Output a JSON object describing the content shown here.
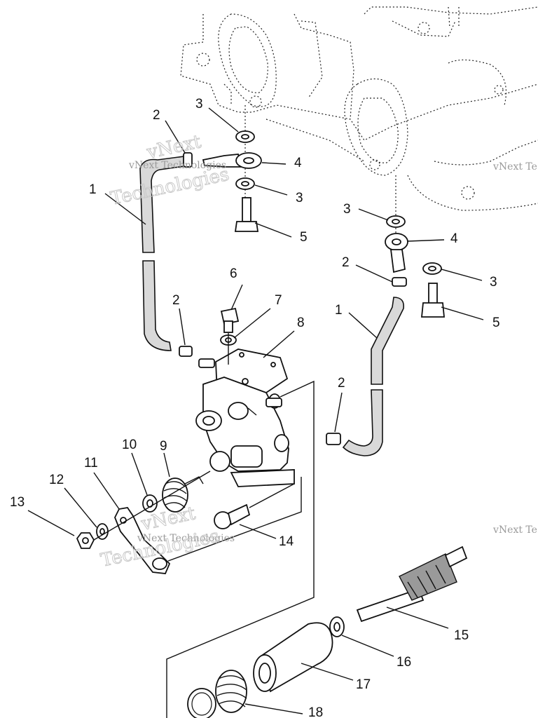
{
  "labels": {
    "l1a": "1",
    "l2a": "2",
    "l3a": "3",
    "l4a": "4",
    "l3b": "3",
    "l5a": "5",
    "l3c": "3",
    "l4b": "4",
    "l2b": "2",
    "l3d": "3",
    "l5b": "5",
    "l6": "6",
    "l7": "7",
    "l8": "8",
    "l2c": "2",
    "l1b": "1",
    "l2d": "2",
    "l9": "9",
    "l10": "10",
    "l11": "11",
    "l12": "12",
    "l13": "13",
    "l14": "14",
    "l15": "15",
    "l16": "16",
    "l17": "17",
    "l18": "18"
  },
  "watermark": {
    "small_text": "vNext Technologies",
    "small_text_right": "vNext Te",
    "big_text": "vNext",
    "big_text_2": "Technologies"
  }
}
